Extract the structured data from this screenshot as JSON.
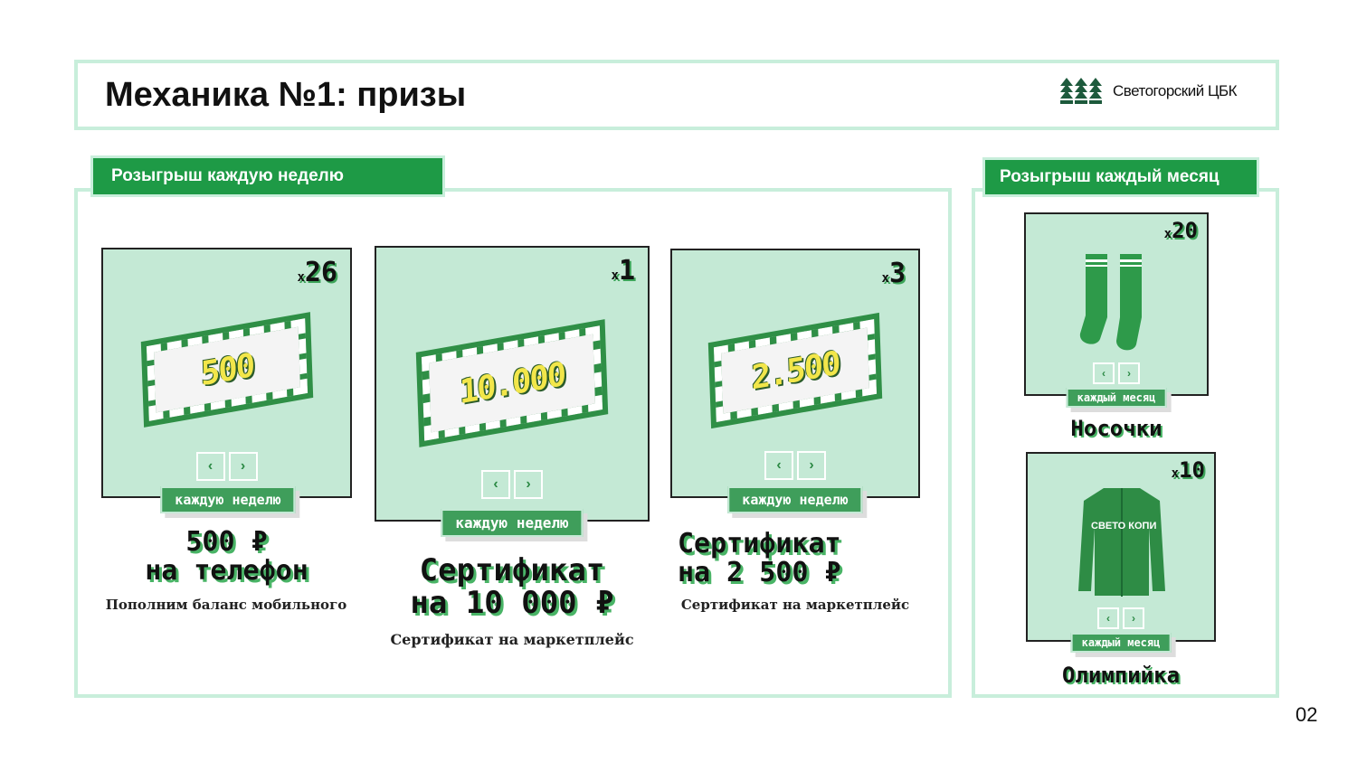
{
  "header": {
    "title": "Механика №1: призы",
    "brand": "Светогорский ЦБК"
  },
  "weekly": {
    "tab": "Розыгрыш каждую неделю",
    "prizes": [
      {
        "count": "26",
        "bill": "500",
        "badge": "каждую неделю",
        "title1": "500 ₽",
        "title2": "на телефон",
        "desc": "Пополним баланс мобильного"
      },
      {
        "count": "1",
        "bill": "10.000",
        "badge": "каждую неделю",
        "title1": "Сертификат",
        "title2": "на 10 000 ₽",
        "desc": "Сертификат на маркетплейс"
      },
      {
        "count": "3",
        "bill": "2.500",
        "badge": "каждую неделю",
        "title1": "Сертификат",
        "title2": "на 2 500 ₽",
        "desc": "Сертификат на маркетплейс"
      }
    ]
  },
  "monthly": {
    "tab": "Розыгрыш каждый месяц",
    "prizes": [
      {
        "count": "20",
        "badge": "каждый месяц",
        "title": "Носочки"
      },
      {
        "count": "10",
        "badge": "каждый месяц",
        "title": "Олимпийка",
        "print": "СВЕТО КОПИ"
      }
    ]
  },
  "nav": {
    "prev": "‹",
    "next": "›",
    "x": "x"
  },
  "page_number": "02",
  "colors": {
    "accent": "#1e9a46",
    "frame": "#c8eedb",
    "card": "#c4e9d5"
  }
}
